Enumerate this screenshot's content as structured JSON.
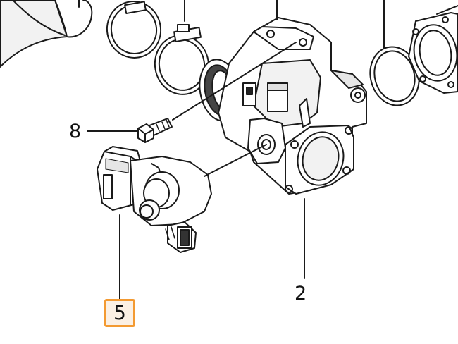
{
  "diagram": {
    "callouts": [
      {
        "id": "8",
        "text": "8",
        "highlighted": false
      },
      {
        "id": "2",
        "text": "2",
        "highlighted": false
      },
      {
        "id": "5",
        "text": "5",
        "highlighted": true
      }
    ],
    "colors": {
      "line": "#1a1a1a",
      "fill": "#ffffff",
      "shade": "#d9d9d9",
      "highlight_border": "#f39a32",
      "highlight_fill": "#fbf0e4"
    }
  }
}
